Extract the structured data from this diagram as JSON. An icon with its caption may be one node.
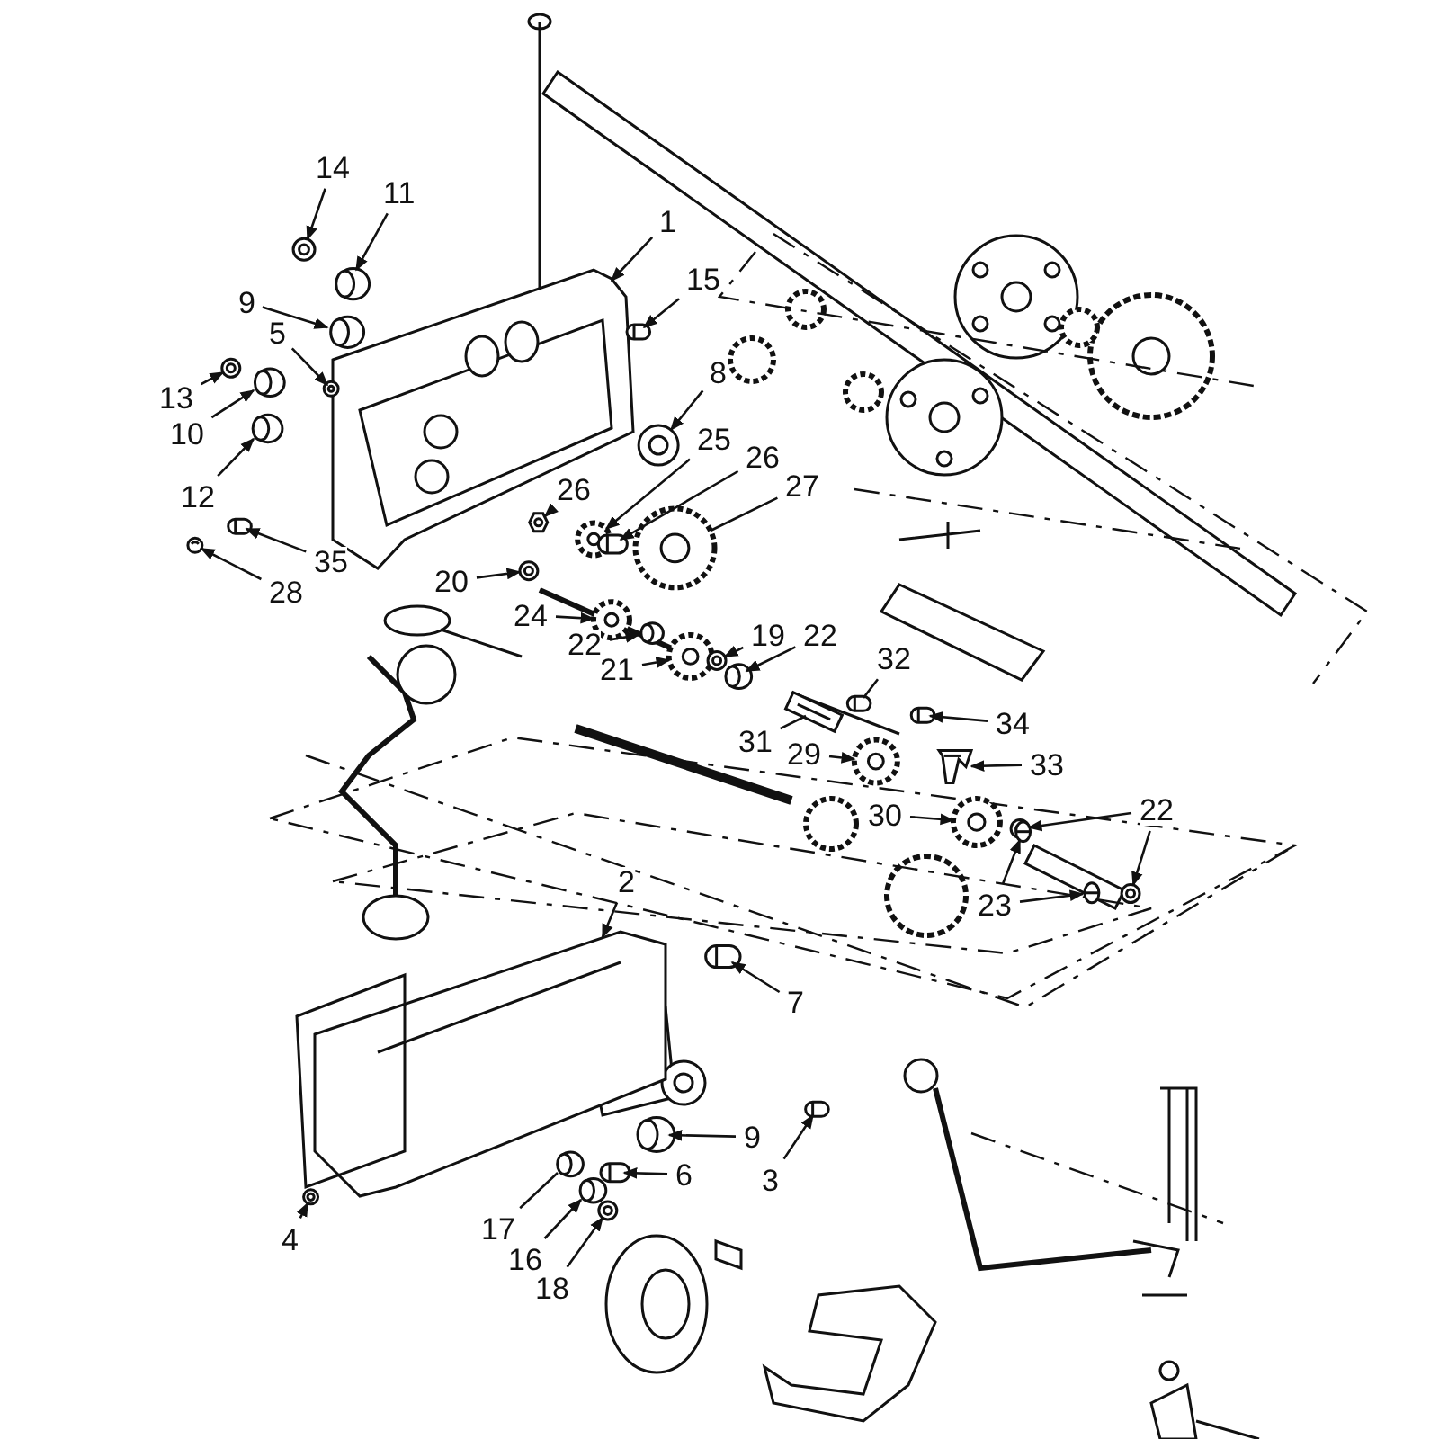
{
  "diagram": {
    "nodes": [
      {
        "text": [
          "14"
        ]
      },
      {
        "text": [
          "11"
        ]
      },
      {
        "text": [
          "1"
        ]
      },
      {
        "text": [
          "15"
        ]
      },
      {
        "text": [
          "9"
        ]
      },
      {
        "text": [
          "5"
        ]
      },
      {
        "text": [
          "13"
        ]
      },
      {
        "text": [
          "10"
        ]
      },
      {
        "text": [
          "12"
        ]
      },
      {
        "text": [
          "8"
        ]
      },
      {
        "text": [
          "25"
        ]
      },
      {
        "text": [
          "26"
        ]
      },
      {
        "text": [
          "26"
        ]
      },
      {
        "text": [
          "27"
        ]
      },
      {
        "text": [
          "35"
        ]
      },
      {
        "text": [
          "28"
        ]
      },
      {
        "text": [
          "20"
        ]
      },
      {
        "text": [
          "24"
        ]
      },
      {
        "text": [
          "22"
        ]
      },
      {
        "text": [
          "21"
        ]
      },
      {
        "text": [
          "19"
        ]
      },
      {
        "text": [
          "22"
        ]
      },
      {
        "text": [
          "32"
        ]
      },
      {
        "text": [
          "31"
        ]
      },
      {
        "text": [
          "34"
        ]
      },
      {
        "text": [
          "29"
        ]
      },
      {
        "text": [
          "33"
        ]
      },
      {
        "text": [
          "30"
        ]
      },
      {
        "text": [
          "22"
        ]
      },
      {
        "text": [
          "23"
        ]
      },
      {
        "text": [
          "2"
        ]
      },
      {
        "text": [
          "7"
        ]
      },
      {
        "text": [
          "9"
        ]
      },
      {
        "text": [
          "6"
        ]
      },
      {
        "text": [
          "3"
        ]
      },
      {
        "text": [
          "17"
        ]
      },
      {
        "text": [
          "16"
        ]
      },
      {
        "text": [
          "18"
        ]
      },
      {
        "text": [
          "4"
        ]
      },
      {
        "text": [],
        "shape": "picture"
      },
      {
        "text": [],
        "shape": "picture"
      },
      {
        "text": [],
        "shape": "picture"
      },
      {
        "text": [],
        "shape": "picture"
      },
      {
        "text": [],
        "shape": "picture"
      },
      {
        "text": [],
        "shape": "picture"
      },
      {
        "text": [],
        "shape": "picture"
      },
      {
        "text": [],
        "shape": "picture"
      },
      {
        "text": [],
        "shape": "picture"
      },
      {
        "text": [],
        "shape": "picture"
      },
      {
        "text": [],
        "shape": "picture"
      },
      {
        "text": [],
        "shape": "picture"
      },
      {
        "text": [],
        "shape": "picture"
      },
      {
        "text": [],
        "shape": "picture"
      },
      {
        "text": [],
        "shape": "picture"
      },
      {
        "text": [],
        "shape": "picture"
      },
      {
        "text": [],
        "shape": "picture"
      },
      {
        "text": [],
        "shape": "picture"
      },
      {
        "text": [],
        "shape": "picture"
      },
      {
        "text": [],
        "shape": "picture"
      },
      {
        "text": [],
        "shape": "picture"
      },
      {
        "text": [],
        "shape": "picture"
      },
      {
        "text": [],
        "shape": "picture"
      },
      {
        "text": [],
        "shape": "picture"
      },
      {
        "text": [],
        "shape": "picture"
      },
      {
        "text": [],
        "shape": "picture"
      },
      {
        "text": [],
        "shape": "picture"
      },
      {
        "text": [],
        "shape": "picture"
      },
      {
        "text": [],
        "shape": "picture"
      },
      {
        "text": [],
        "shape": "picture"
      },
      {
        "text": [],
        "shape": "picture"
      },
      {
        "text": [],
        "shape": "picture"
      },
      {
        "text": [],
        "shape": "picture"
      },
      {
        "text": [],
        "shape": "picture"
      },
      {
        "text": [],
        "shape": "picture"
      },
      {
        "text": [],
        "shape": "picture"
      },
      {
        "text": [],
        "shape": "picture"
      },
      {
        "text": [],
        "shape": "picture"
      },
      {
        "text": [],
        "shape": "picture"
      },
      {
        "text": [],
        "shape": "picture"
      },
      {
        "text": [],
        "shape": "picture"
      }
    ],
    "edges": [
      {
        "from": 0,
        "to": 39,
        "arrow": "to"
      },
      {
        "from": 1,
        "to": 40,
        "arrow": "to"
      },
      {
        "from": 2,
        "to": 41,
        "arrow": "to"
      },
      {
        "from": 3,
        "to": 42,
        "arrow": "to"
      },
      {
        "from": 4,
        "to": 43,
        "arrow": "to"
      },
      {
        "from": 5,
        "to": 44,
        "arrow": "to"
      },
      {
        "from": 6,
        "to": 45,
        "arrow": "to"
      },
      {
        "from": 7,
        "to": 46,
        "arrow": "to"
      },
      {
        "from": 8,
        "to": 47,
        "arrow": "to"
      },
      {
        "from": 9,
        "to": 48,
        "arrow": "to"
      },
      {
        "from": 10,
        "to": 49,
        "arrow": "to"
      },
      {
        "from": 11,
        "to": 50,
        "arrow": "to"
      },
      {
        "from": 12,
        "to": 51,
        "arrow": "to"
      },
      {
        "from": 13,
        "to": 52,
        "arrow": "none"
      },
      {
        "from": 14,
        "to": 53,
        "arrow": "to"
      },
      {
        "from": 15,
        "to": 54,
        "arrow": "to"
      },
      {
        "from": 16,
        "to": 55,
        "arrow": "to"
      },
      {
        "from": 17,
        "to": 56,
        "arrow": "to"
      },
      {
        "from": 18,
        "to": 57,
        "arrow": "to"
      },
      {
        "from": 19,
        "to": 58,
        "arrow": "to"
      },
      {
        "from": 20,
        "to": 59,
        "arrow": "to"
      },
      {
        "from": 21,
        "to": 60,
        "arrow": "to"
      },
      {
        "from": 22,
        "to": 61,
        "arrow": "none"
      },
      {
        "from": 23,
        "to": 62,
        "arrow": "none"
      },
      {
        "from": 24,
        "to": 63,
        "arrow": "to"
      },
      {
        "from": 25,
        "to": 64,
        "arrow": "to"
      },
      {
        "from": 26,
        "to": 65,
        "arrow": "to"
      },
      {
        "from": 27,
        "to": 66,
        "arrow": "to"
      },
      {
        "from": 28,
        "to": 67,
        "arrow": "to"
      },
      {
        "from": 28,
        "to": 68,
        "arrow": "to"
      },
      {
        "from": 29,
        "to": 69,
        "arrow": "to"
      },
      {
        "from": 29,
        "to": 70,
        "arrow": "to"
      },
      {
        "from": 30,
        "to": 71,
        "arrow": "to"
      },
      {
        "from": 31,
        "to": 72,
        "arrow": "to"
      },
      {
        "from": 32,
        "to": 73,
        "arrow": "to"
      },
      {
        "from": 33,
        "to": 74,
        "arrow": "to"
      },
      {
        "from": 34,
        "to": 75,
        "arrow": "to"
      },
      {
        "from": 35,
        "to": 76,
        "arrow": "none"
      },
      {
        "from": 36,
        "to": 77,
        "arrow": "to"
      },
      {
        "from": 37,
        "to": 78,
        "arrow": "to"
      },
      {
        "from": 38,
        "to": 79,
        "arrow": "to"
      }
    ]
  }
}
